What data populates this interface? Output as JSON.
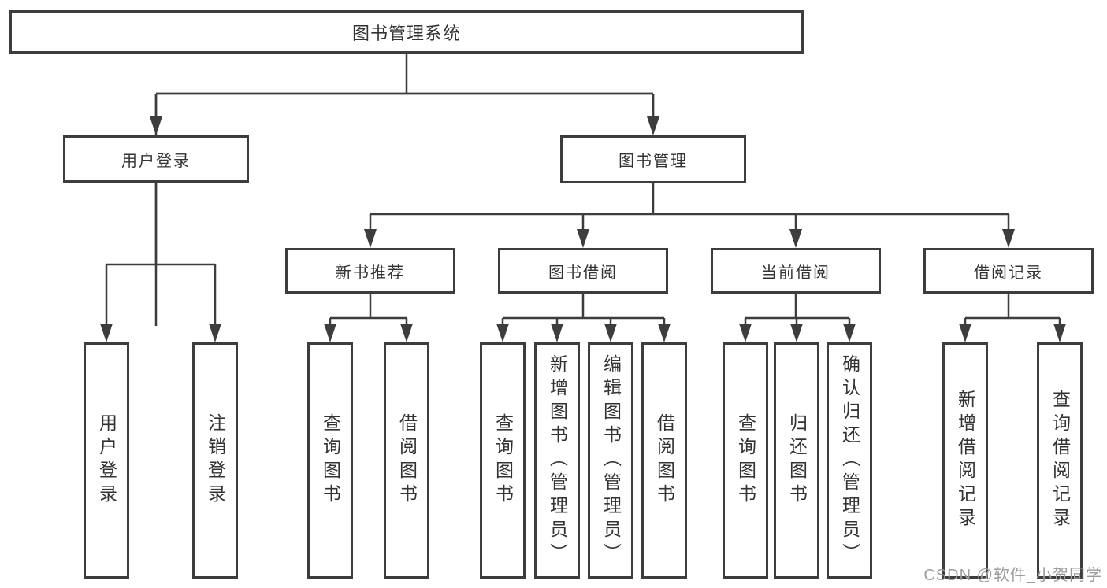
{
  "tree": {
    "label": "图书管理系统",
    "children": [
      {
        "label": "用户登录",
        "children": [
          {
            "label": "用户登录"
          },
          {
            "label": "注销登录"
          }
        ]
      },
      {
        "label": "图书管理",
        "children": [
          {
            "label": "新书推荐",
            "children": [
              {
                "label": "查询图书"
              },
              {
                "label": "借阅图书"
              }
            ]
          },
          {
            "label": "图书借阅",
            "children": [
              {
                "label": "查询图书"
              },
              {
                "label": "新增图书（管理员）"
              },
              {
                "label": "编辑图书（管理员）"
              },
              {
                "label": "借阅图书"
              }
            ]
          },
          {
            "label": "当前借阅",
            "children": [
              {
                "label": "查询图书"
              },
              {
                "label": "归还图书"
              },
              {
                "label": "确认归还（管理员）"
              }
            ]
          },
          {
            "label": "借阅记录",
            "children": [
              {
                "label": "新增借阅记录"
              },
              {
                "label": "查询借阅记录"
              }
            ]
          }
        ]
      }
    ]
  },
  "watermark": "CSDN @软件_小贺同学",
  "colors": {
    "line": "#3d3d3d",
    "text": "#333333",
    "watermark": "#9c9c9c",
    "background": "#ffffff"
  }
}
